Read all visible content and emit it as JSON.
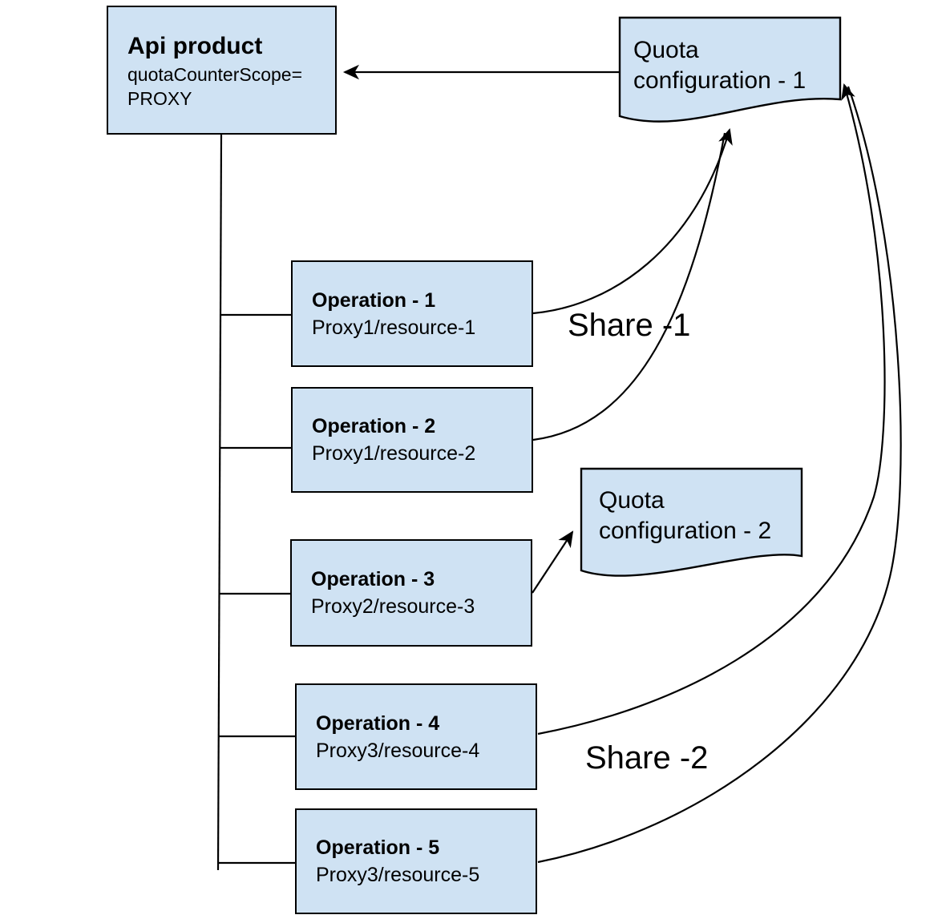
{
  "diagram": {
    "api_product": {
      "title": "Api product",
      "attr_line1": "quotaCounterScope=",
      "attr_line2": "PROXY"
    },
    "quota_config_1": {
      "line1": "Quota",
      "line2": "configuration - 1"
    },
    "quota_config_2": {
      "line1": "Quota",
      "line2": "configuration - 2"
    },
    "operations": [
      {
        "title": "Operation - 1",
        "subtitle": "Proxy1/resource-1"
      },
      {
        "title": "Operation - 2",
        "subtitle": "Proxy1/resource-2"
      },
      {
        "title": "Operation - 3",
        "subtitle": "Proxy2/resource-3"
      },
      {
        "title": "Operation - 4",
        "subtitle": "Proxy3/resource-4"
      },
      {
        "title": "Operation - 5",
        "subtitle": "Proxy3/resource-5"
      }
    ],
    "edge_labels": {
      "share1": "Share -1",
      "share2": "Share -2"
    },
    "colors": {
      "node_fill": "#cfe2f3",
      "node_border": "#000000",
      "connector": "#000000",
      "background": "#ffffff"
    }
  }
}
